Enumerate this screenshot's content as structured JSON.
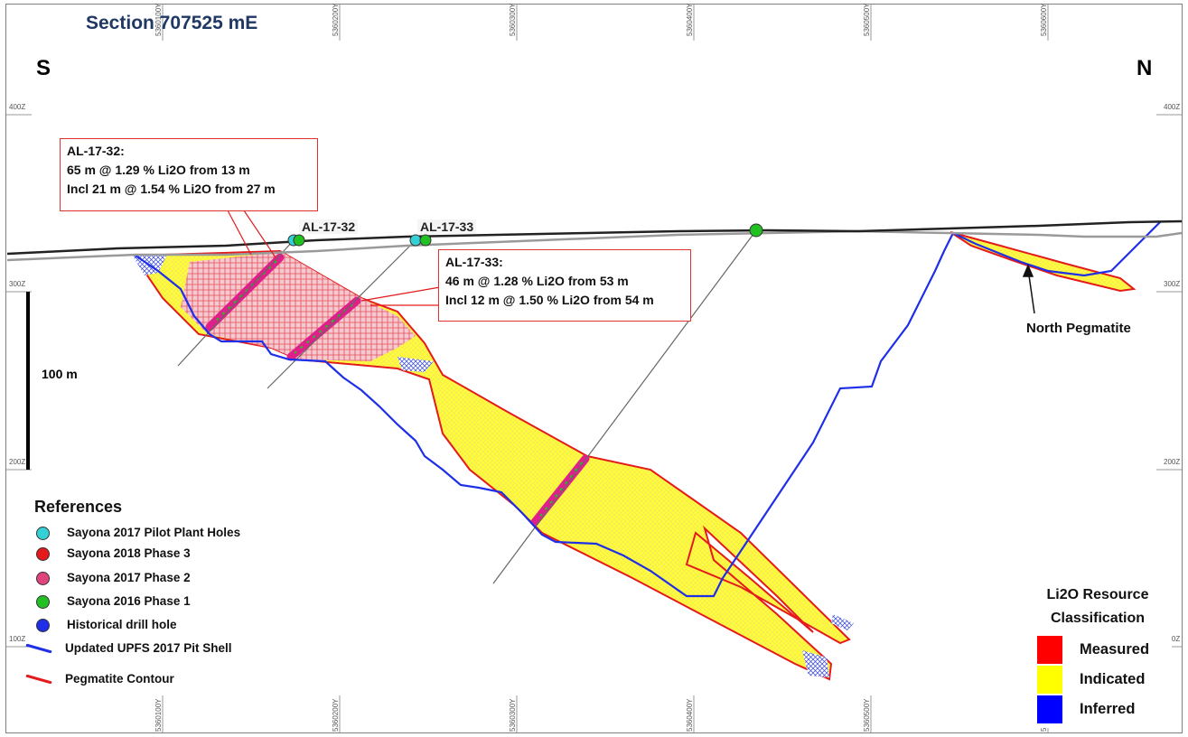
{
  "title": "Section 707525 mE",
  "direction": {
    "south": "S",
    "north": "N"
  },
  "elevation_labels": {
    "z400": "400Z",
    "z300": "300Z",
    "z200": "200Z",
    "z100": "100Z"
  },
  "northing_labels": [
    "5360100Y",
    "5360200Y",
    "5360300Y",
    "5360400Y",
    "5360500Y",
    "5360600Y"
  ],
  "scale_bar": {
    "label": "100 m"
  },
  "callouts": {
    "al1732": {
      "hole": "AL-17-32:",
      "line1": "65 m @ 1.29 % Li2O from 13 m",
      "line2": "Incl 21 m @ 1.54 % Li2O from 27 m"
    },
    "al1733": {
      "hole": "AL-17-33:",
      "line1": "46 m @ 1.28 % Li2O from 53 m",
      "line2": "Incl 12 m @ 1.50 % Li2O from 54 m"
    }
  },
  "hole_labels": {
    "a": "AL-17-32",
    "b": "AL-17-33"
  },
  "north_pegmatite_label": "North Pegmatite",
  "references": {
    "title": "References",
    "items": [
      {
        "label": "Sayona 2017 Pilot Plant Holes",
        "color": "#33d1d6"
      },
      {
        "label": "Sayona 2018 Phase 3",
        "color": "#e41a1c"
      },
      {
        "label": "Sayona 2017 Phase 2",
        "color": "#e0447c"
      },
      {
        "label": "Sayona 2016 Phase 1",
        "color": "#22c022"
      },
      {
        "label": "Historical drill hole",
        "color": "#1f2fe8"
      }
    ],
    "lines": [
      {
        "label": "Updated UPFS 2017 Pit Shell",
        "color": "#1f2fe8"
      },
      {
        "label": "Pegmatite Contour",
        "color": "#e41a1c"
      }
    ]
  },
  "legend": {
    "title_line1": "Li2O Resource",
    "title_line2": "Classification",
    "items": [
      {
        "label": "Measured",
        "color": "#ff0000"
      },
      {
        "label": "Indicated",
        "color": "#ffff00"
      },
      {
        "label": "Inferred",
        "color": "#0000ff"
      }
    ]
  }
}
